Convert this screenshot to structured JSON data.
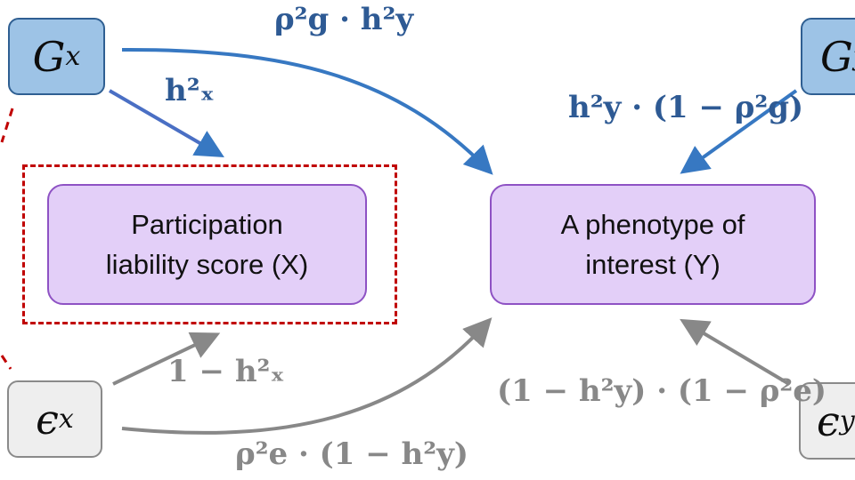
{
  "nodes": {
    "gx": {
      "symbol": "G",
      "subscript": "x"
    },
    "gy": {
      "symbol": "G",
      "subscript": "y"
    },
    "ex": {
      "symbol": "ϵ",
      "subscript": "x"
    },
    "ey": {
      "symbol": "ϵ",
      "subscript": "y"
    },
    "participation": {
      "line1": "Participation",
      "line2": "liability score (X)"
    },
    "phenotype": {
      "line1": "A phenotype of",
      "line2": "interest (Y)"
    }
  },
  "edge_labels": {
    "gx_to_x": "h²ₓ",
    "gx_to_y": "ρ²g · h²y",
    "gy_to_y": "h²y · (1 − ρ²g)",
    "ex_to_x": "1 − h²ₓ",
    "ex_to_y": "ρ²e · (1 − h²y)",
    "ey_to_y": "(1 − h²y) · (1 − ρ²e)"
  },
  "colors": {
    "genetic_edge": "#3778c2",
    "noise_edge": "#888888",
    "selection_border": "#c00000",
    "latent_fill": "#9dc3e6",
    "outcome_fill": "#e3cff8"
  }
}
